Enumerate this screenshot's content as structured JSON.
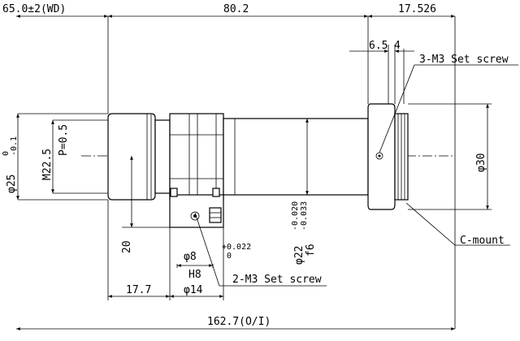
{
  "dimensions": {
    "wd": "65.0±2(WD)",
    "length_80": "80.2",
    "flange_17": "17.526",
    "d65": "6.5",
    "d4": "4",
    "set_screw_3": "3-M3 Set screw",
    "phi25": "φ25",
    "phi25_tol_upper": "0",
    "phi25_tol_lower": "-0.1",
    "m22": "M22.5",
    "pitch": "P=0.5",
    "phi30": "φ30",
    "c_mount": "C-mount",
    "h20": "20",
    "phi8": "φ8",
    "phi8_tol_upper": "+0.022",
    "phi8_tol_lower": "0",
    "h8": "H8",
    "phi22": "φ22",
    "phi22_tol_upper": "-0.020",
    "phi22_tol_lower": "-0.033",
    "f6": "f6",
    "set_screw_2": "2-M3 Set screw",
    "d177": "17.7",
    "phi14": "φ14",
    "total": "162.7(O/I)"
  }
}
